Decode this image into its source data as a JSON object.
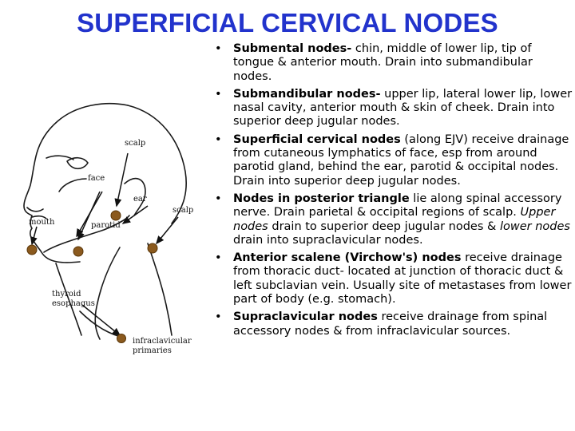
{
  "title": "SUPERFICIAL CERVICAL NODES",
  "colors": {
    "title": "#2233cc",
    "node_fill": "#8b5a1e",
    "node_stroke": "#5a3608"
  },
  "diagram": {
    "labels": {
      "scalp_top": "scalp",
      "face": "face",
      "ear": "ear",
      "scalp_right": "scalp",
      "mouth": "mouth",
      "parotid": "parotid",
      "thyroid": "thyroid",
      "esophagus": "esophagus",
      "infraclavicular": "infraclavicular",
      "primaries": "primaries"
    }
  },
  "bullets": [
    {
      "marker": "•",
      "bold": "Submental nodes-",
      "text": " chin, middle of lower lip, tip of tongue & anterior mouth. Drain into submandibular nodes."
    },
    {
      "marker": "•",
      "bold": "Submandibular nodes-",
      "text": " upper lip, lateral lower lip, lower nasal cavity, anterior mouth & skin of cheek. Drain into superior deep jugular nodes."
    },
    {
      "marker": "•",
      "bold": "Superficial cervical nodes",
      "text": " (along EJV) receive drainage from cutaneous lymphatics of face, esp from around parotid gland, behind the ear, parotid & occipital nodes. Drain into superior deep jugular nodes."
    },
    {
      "marker": "•",
      "bold": "Nodes in posterior triangle",
      "text": " lie along spinal accessory nerve. Drain parietal & occipital regions of scalp. ",
      "italic1": "Upper nodes",
      "text2": " drain to superior deep jugular nodes & ",
      "italic2": "lower nodes",
      "text3": " drain into supraclavicular nodes."
    },
    {
      "marker": "•",
      "bold": "Anterior scalene (Virchow's) nodes",
      "text": " receive drainage from thoracic duct- located at junction of thoracic duct & left subclavian vein. Usually site of metastases from lower part of body (e.g. stomach)."
    },
    {
      "marker": "•",
      "bold": "Supraclavicular nodes",
      "text": " receive drainage from spinal accessory nodes & from infraclavicular sources."
    }
  ]
}
